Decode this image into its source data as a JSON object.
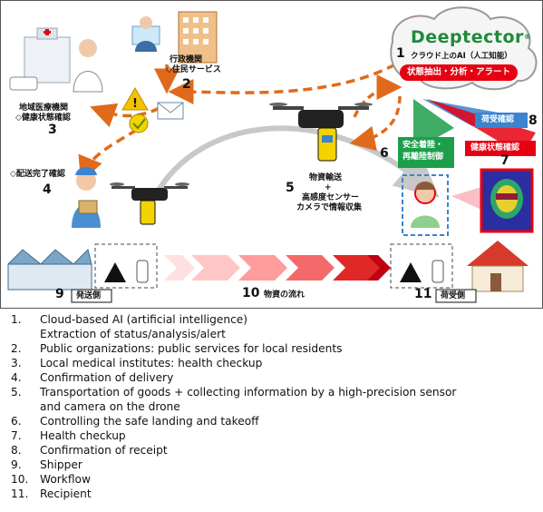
{
  "diagram": {
    "logo_text": "Deeptector",
    "logo_mark": "®",
    "cloud_caption": "クラウド上のAI（人工知能）",
    "cloud_banner": "状態抽出・分析・アラート",
    "gov_label_1": "行政機関",
    "gov_label_2": "◇住民サービス",
    "med_label_1": "地域医療機関",
    "med_label_2": "◇健康状態確認",
    "delivery_label": "◇配送完了確認",
    "transport_label_1": "物資輸送",
    "transport_label_2": "+",
    "transport_label_3": "高感度センサー",
    "transport_label_4": "カメラで情報収集",
    "safe_landing_1": "安全着陸・",
    "safe_landing_2": "再離陸制御",
    "receipt_badge": "荷受確認",
    "health_badge": "健康状態確認",
    "flow_label": "物資の流れ",
    "shipper_label": "発送側",
    "recipient_label": "荷受側",
    "numbers": [
      "1",
      "2",
      "3",
      "4",
      "5",
      "6",
      "7",
      "8",
      "9",
      "10",
      "11"
    ],
    "colors": {
      "orange": "#e06a1c",
      "red": "#e60012",
      "blue": "#3a84d0",
      "green": "#1c9e4a",
      "logo_green": "#1f8a3a",
      "gray": "#c8c8c8"
    }
  },
  "legend": [
    {
      "num": "1.",
      "text": "Cloud-based AI (artificial intelligence)\nExtraction of status/analysis/alert"
    },
    {
      "num": "2.",
      "text": "Public organizations: public services for local residents"
    },
    {
      "num": "3.",
      "text": "Local medical institutes: health checkup"
    },
    {
      "num": "4.",
      "text": "Confirmation of delivery"
    },
    {
      "num": "5.",
      "text": "Transportation of goods + collecting information by a high-precision sensor\nand camera on the drone"
    },
    {
      "num": "6.",
      "text": "Controlling the safe landing and takeoff"
    },
    {
      "num": "7.",
      "text": "Health checkup"
    },
    {
      "num": "8.",
      "text": "Confirmation of receipt"
    },
    {
      "num": "9.",
      "text": "Shipper"
    },
    {
      "num": "10.",
      "text": "Workflow"
    },
    {
      "num": "11.",
      "text": "Recipient"
    }
  ]
}
